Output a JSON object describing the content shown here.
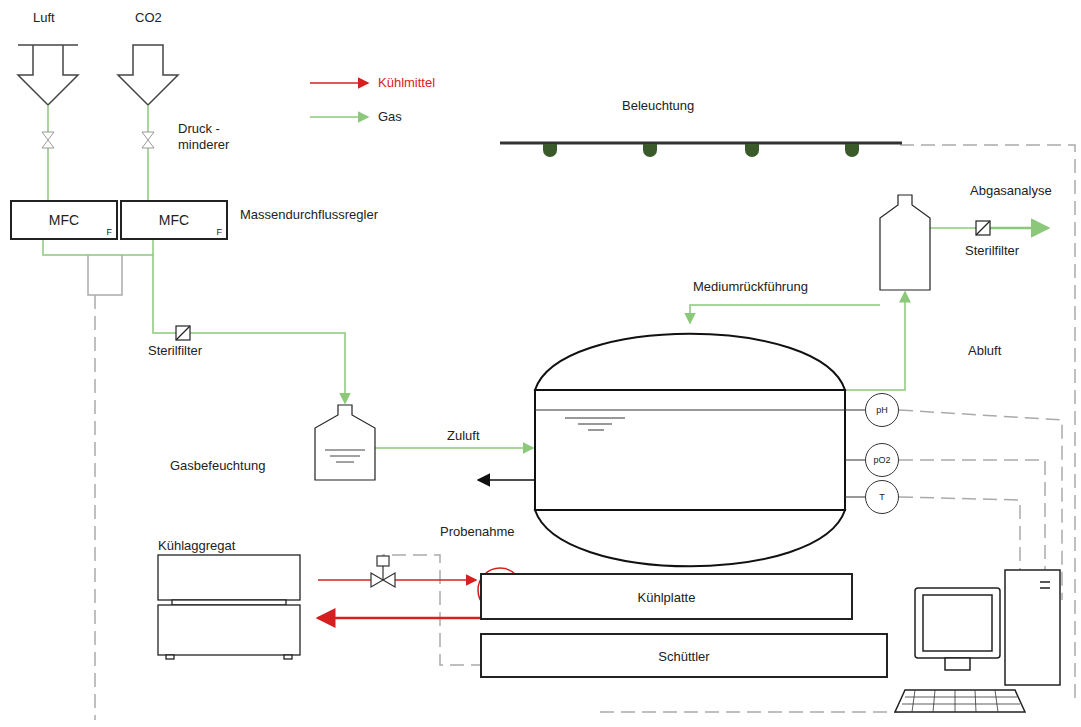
{
  "diagram": {
    "nodes": [
      {
        "text": [
          "MFC",
          "F"
        ]
      },
      {
        "text": [
          "MFC",
          "F"
        ]
      },
      {
        "text": [
          "pH"
        ]
      },
      {
        "text": [
          "pO2"
        ]
      },
      {
        "text": [
          "T"
        ]
      },
      {
        "text": [
          "Kühlplatte"
        ]
      },
      {
        "text": [
          "Schüttler"
        ]
      }
    ],
    "labels": [
      "Luft",
      "CO2",
      "Druck -minderer",
      "Massendurchflussregler",
      "Beleuchtung",
      "Abgasanalyse",
      "Sterilfilter",
      "Mediumrückführung",
      "Abluft",
      "Sterilfilter",
      "Zuluft",
      "Gasbefeuchtung",
      "Probenahme",
      "Kühlaggregat"
    ],
    "legend": [
      {
        "text": "Kühlmittel"
      },
      {
        "text": "Gas"
      }
    ]
  }
}
